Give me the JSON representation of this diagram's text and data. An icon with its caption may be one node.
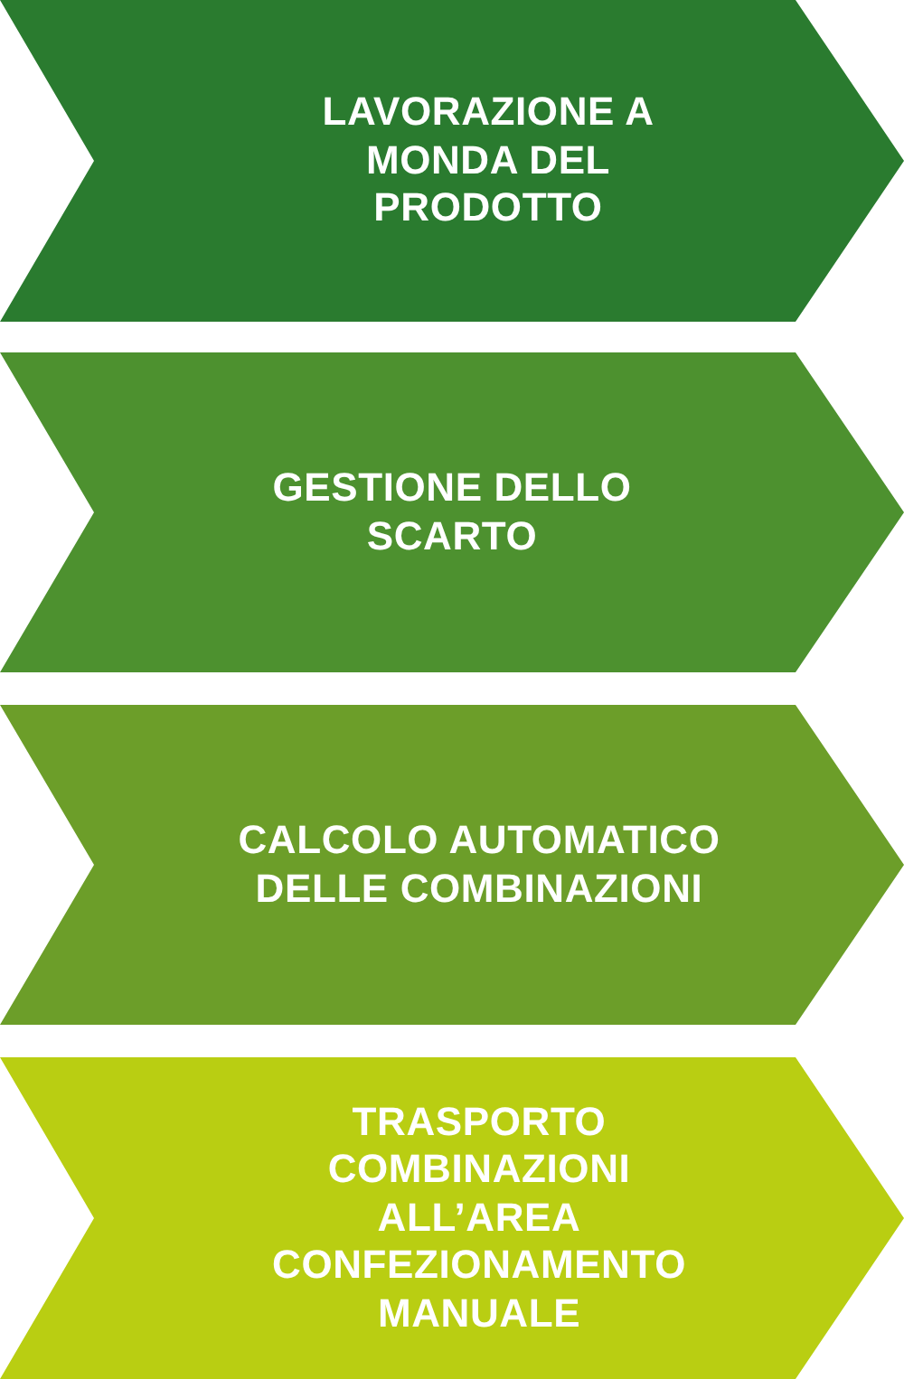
{
  "diagram": {
    "nodes": [
      {
        "text": [
          "LAVORAZIONE A MONDA DEL PRODOTTO"
        ]
      },
      {
        "text": [
          "GESTIONE DELLO SCARTO"
        ]
      },
      {
        "text": [
          "CALCOLO AUTOMATICO DELLE COMBINAZIONI"
        ]
      },
      {
        "text": [
          "TRASPORTO COMBINAZIONI ALL’AREA CONFEZIONAMENTO MANUALE"
        ]
      }
    ]
  }
}
